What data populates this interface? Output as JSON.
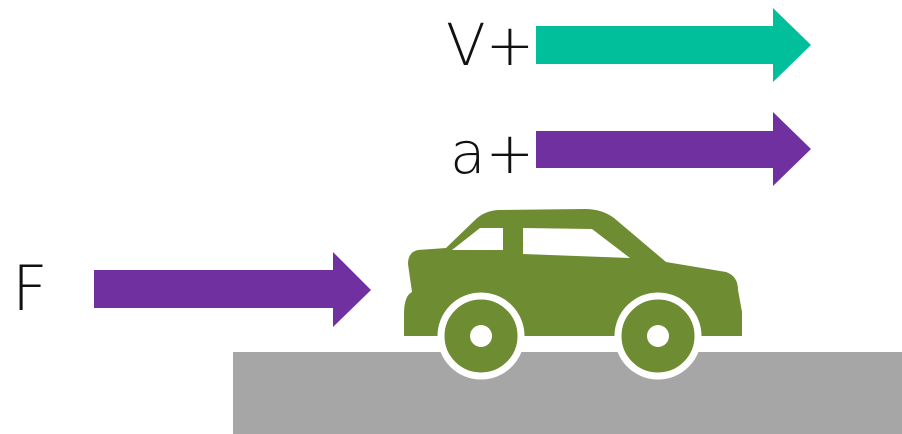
{
  "labels": {
    "velocity": "V+",
    "acceleration": "a+",
    "force": "F"
  },
  "colors": {
    "velocity_arrow": "#00bf9a",
    "acceleration_arrow": "#7030a0",
    "force_arrow": "#7030a0",
    "car": "#6e8c32",
    "ground": "#a6a6a6",
    "text": "#111111"
  },
  "icons": {
    "car": "car-icon"
  }
}
